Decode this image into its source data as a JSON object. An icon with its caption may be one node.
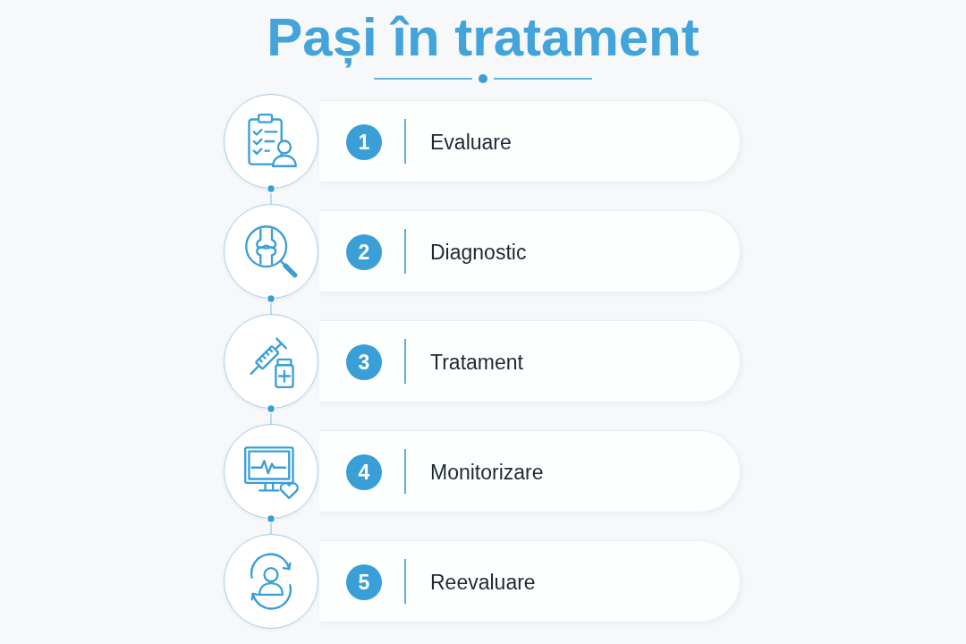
{
  "diagram": {
    "title": "Pași în tratament",
    "nodes": [
      {
        "text": [],
        "shape": "circle"
      },
      {
        "text": [
          "Evaluare"
        ]
      },
      {
        "text": [
          "1"
        ],
        "in": 1
      },
      {
        "text": [],
        "shape": "circle"
      },
      {
        "text": [
          "Diagnostic"
        ]
      },
      {
        "text": [
          "2"
        ],
        "in": 4
      },
      {
        "text": [],
        "shape": "circle"
      },
      {
        "text": [
          "Tratament"
        ]
      },
      {
        "text": [
          "3"
        ],
        "in": 7
      },
      {
        "text": [],
        "shape": "circle"
      },
      {
        "text": [
          "Monitorizare"
        ]
      },
      {
        "text": [
          "4"
        ],
        "in": 10
      },
      {
        "text": [],
        "shape": "circle"
      },
      {
        "text": [
          "Reevaluare"
        ]
      },
      {
        "text": [
          "5"
        ],
        "in": 13
      }
    ],
    "edges": [
      {
        "from": 0,
        "to": 3,
        "arrow": "other"
      },
      {
        "from": 3,
        "to": 6,
        "arrow": "other"
      },
      {
        "from": 6,
        "to": 9,
        "arrow": "other"
      },
      {
        "from": 9,
        "to": 12,
        "arrow": "other"
      }
    ]
  }
}
